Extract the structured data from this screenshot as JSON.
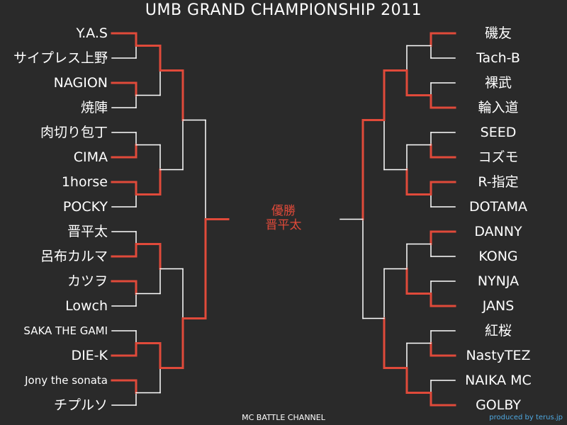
{
  "title": "UMB GRAND CHAMPIONSHIP 2011",
  "champion": {
    "label": "優勝",
    "name": "晋平太"
  },
  "left_players": [
    "Y.A.S",
    "サイプレス上野",
    "NAGION",
    "焼陣",
    "肉切り包丁",
    "CIMA",
    "1horse",
    "POCKY",
    "晋平太",
    "呂布カルマ",
    "カツヲ",
    "Lowch",
    "SAKA THE GAMI",
    "DIE-K",
    "Jony the sonata",
    "チプルソ"
  ],
  "right_players": [
    "磯友",
    "Tach-B",
    "裸武",
    "輪入道",
    "SEED",
    "コズモ",
    "R-指定",
    "DOTAMA",
    "DANNY",
    "KONG",
    "NYNJA",
    "JANS",
    "紅桜",
    "NastyTEZ",
    "NAIKA MC",
    "GOLBY"
  ],
  "bracket": {
    "left_winners": {
      "round1": [
        0,
        0,
        1,
        0,
        1,
        0,
        1,
        0
      ],
      "round2": [
        0,
        1,
        0,
        0
      ],
      "round3": [
        0,
        1
      ],
      "round4": [
        1
      ]
    },
    "right_winners": {
      "round1": [
        0,
        1,
        1,
        0,
        0,
        1,
        1,
        1
      ],
      "round2": [
        1,
        1,
        1,
        1
      ],
      "round3": [
        0,
        1
      ],
      "round4": [
        0
      ]
    }
  },
  "colors": {
    "background": "#2a2a2a",
    "winner_line": "#e04a3a",
    "loser_line": "#ffffff",
    "champion_text": "#e04a3a",
    "credit_text": "#4fa8e0"
  },
  "footer": {
    "channel": "MC BATTLE CHANNEL",
    "credit": "produced by terus.jp"
  }
}
